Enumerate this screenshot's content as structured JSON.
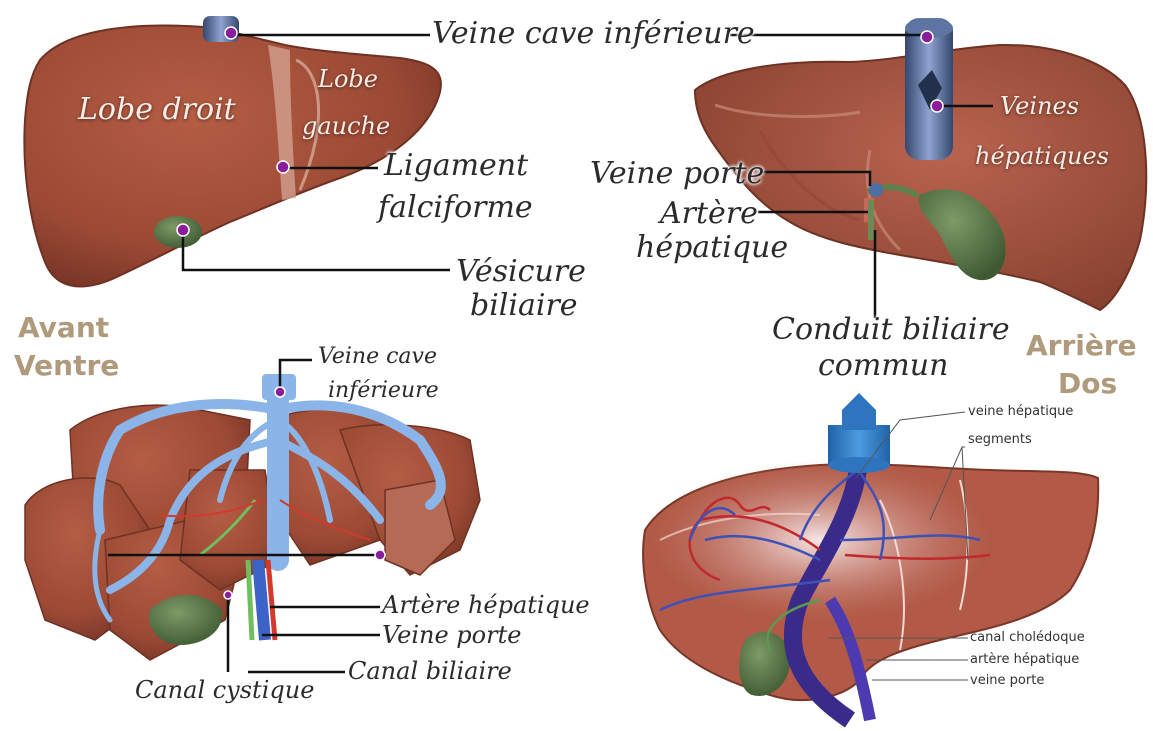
{
  "labels": {
    "front_top": {
      "vci": "Veine cave inférieure",
      "lobe_droit": "Lobe droit",
      "lobe_gauche_1": "Lobe",
      "lobe_gauche_2": "gauche",
      "ligament_1": "Ligament",
      "ligament_2": "falciforme",
      "vesicule_1": "Vésicure",
      "vesicule_2": "biliaire"
    },
    "back_top": {
      "veines_hep_1": "Veines",
      "veines_hep_2": "hépatiques",
      "veine_porte": "Veine porte",
      "artere_1": "Artère",
      "artere_2": "hépatique",
      "conduit_1": "Conduit biliaire",
      "conduit_2": "commun"
    },
    "front_side_1": "Avant",
    "front_side_2": "Ventre",
    "back_side_1": "Arrière",
    "back_side_2": "Dos",
    "front_bottom": {
      "vci_1": "Veine cave",
      "vci_2": "inférieure",
      "artere": "Artère hépatique",
      "veine_porte": "Veine porte",
      "canal_biliaire": "Canal biliaire",
      "canal_cystique": "Canal cystique"
    },
    "back_bottom": {
      "veine_hepatique": "veine hépatique",
      "segments": "segments",
      "canal_choledoque": "canal cholédoque",
      "artere_hepatique": "artère hépatique",
      "veine_porte": "veine porte"
    }
  },
  "colors": {
    "liver": "#a4503a",
    "liver_dark": "#7d3a29",
    "gallbladder": "#5d7a4c",
    "vein_blue": "#7aa6dc",
    "pin_purple": "#8a1d9a",
    "side_label": "#b09a7c"
  }
}
